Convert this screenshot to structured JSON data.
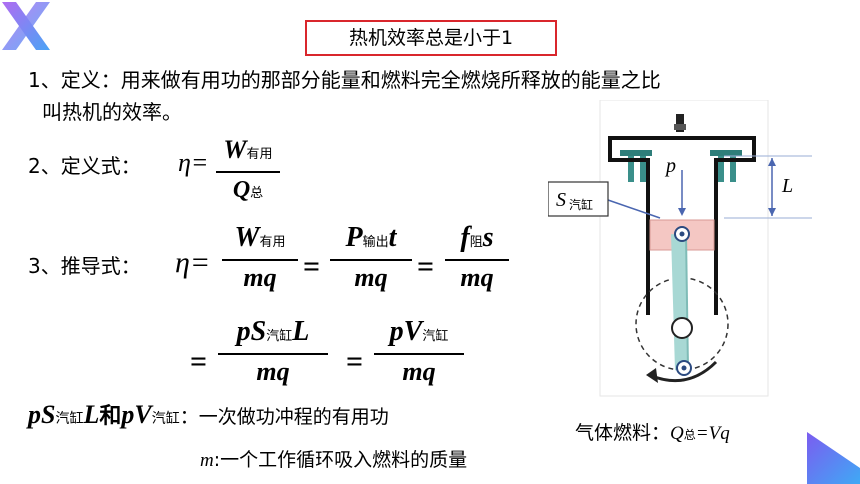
{
  "title": "热机效率总是小于1",
  "definition": {
    "line1": "1、定义：用来做有用功的那部分能量和燃料完全燃烧所释放的能量之比",
    "line2": "叫热机的效率。"
  },
  "formula": {
    "label": "2、定义式：",
    "eta": "η=",
    "num_main": "W",
    "num_sub": "有用",
    "den_main": "Q",
    "den_sub": "总"
  },
  "derivation": {
    "label": "3、推导式：",
    "eta": "η=",
    "eq": "=",
    "f1_num_main": "W",
    "f1_num_sub": "有用",
    "f1_den": "mq",
    "f2_num_main": "P",
    "f2_num_sub": "输出",
    "f2_num_tail": "t",
    "f2_den": "mq",
    "f3_num_main": "f",
    "f3_num_sub": "阻",
    "f3_num_tail": "s",
    "f3_den": "mq",
    "f4_num_main": "pS",
    "f4_num_sub": "汽缸",
    "f4_num_tail": "L",
    "f4_den": "mq",
    "f5_num_main": "pV",
    "f5_num_sub": "汽缸",
    "f5_den": "mq"
  },
  "notes": {
    "pS": "pS",
    "pS_sub": "汽缸",
    "L": "L",
    "and": "和",
    "pV": "pV",
    "pV_sub": "汽缸",
    "desc1": "：一次做功冲程的有用功",
    "m": "m",
    "desc2": ":一个工作循环吸入燃料的质量"
  },
  "gas": {
    "label": "气体燃料：",
    "Q": "Q",
    "Q_sub": "总",
    "rest": "=Vq"
  },
  "diagram": {
    "p_label": "p",
    "L_label": "L",
    "s_main": "S",
    "s_sub": "汽缸"
  },
  "colors": {
    "title_border": "#d9262c",
    "piston": "#f4c7c3",
    "linkage": "#a8d8d4",
    "corner_purple": "#7b5cf0",
    "corner_blue": "#3fa9f5"
  }
}
